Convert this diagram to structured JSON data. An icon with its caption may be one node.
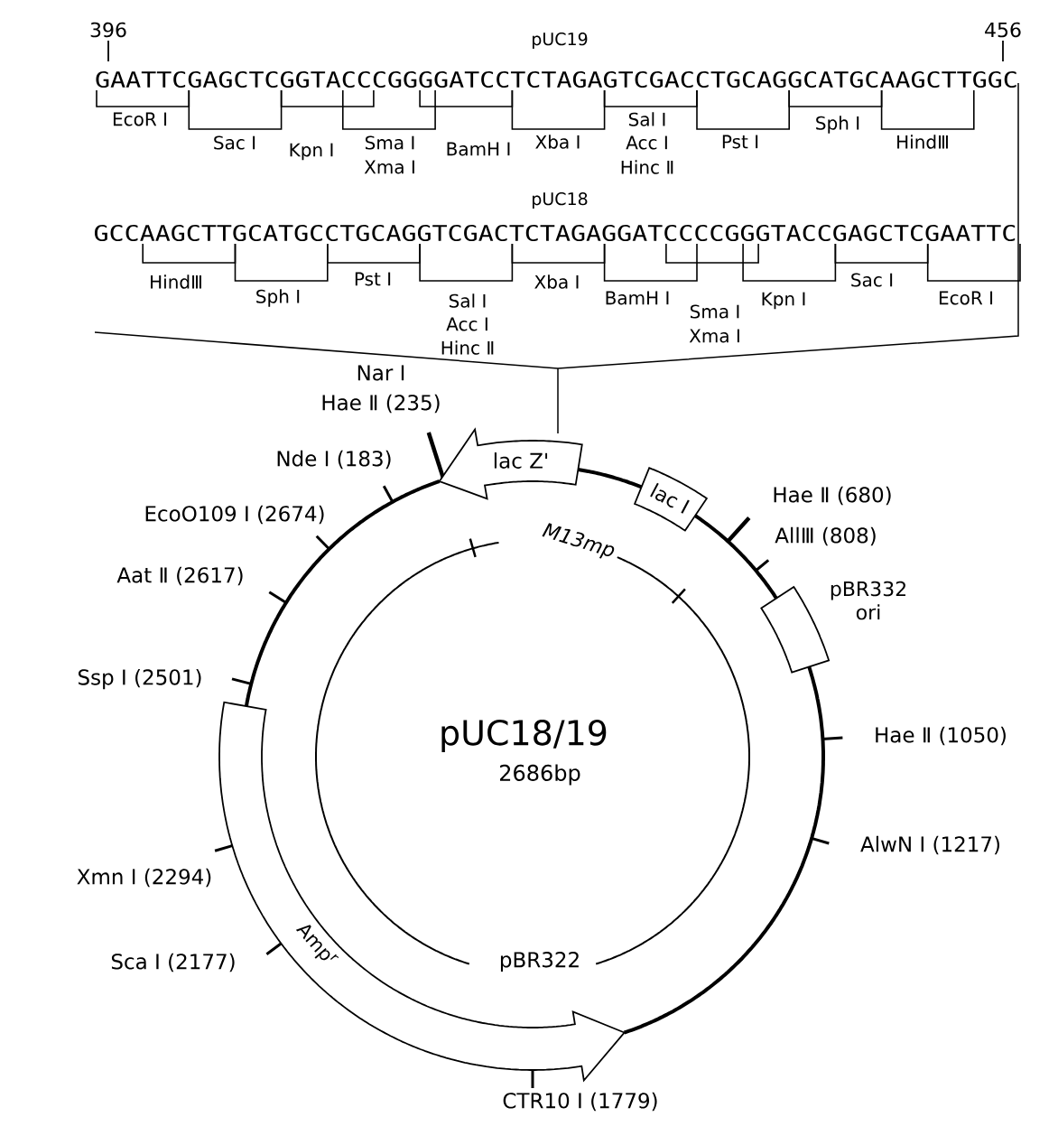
{
  "diagram": {
    "nodes": [
      {
        "text": [
          "lac Z'"
        ]
      },
      {
        "text": [
          "lac I"
        ]
      },
      {
        "text": [
          "pBR332 ori"
        ]
      },
      {
        "text": [
          "Amp$^{r}$"
        ]
      }
    ],
    "labels": [
      "396",
      "pUC19",
      "456",
      "GAATTCGAGCTCGGTACCCGGGGATCCTCTAGAGTCGACCTGCAGGCATGCAAGCTTGGC",
      "EcoR Ⅰ",
      "Sac Ⅰ",
      "Kpn Ⅰ",
      "Sma Ⅰ",
      "Xma Ⅰ",
      "BamH Ⅰ",
      "Xba Ⅰ",
      "Sal Ⅰ",
      "Acc Ⅰ",
      "Hinc Ⅱ",
      "Pst Ⅰ",
      "Sph Ⅰ",
      "HindⅢ",
      "pUC18",
      "GCCAAGCTTGCATGCCTGCAGGTCGACTCTAGAGGATCCCCGGGTACCGAGCTCGAATTC",
      "HindⅢ",
      "Sph Ⅰ",
      "Pst Ⅰ",
      "Sal Ⅰ",
      "Acc Ⅰ",
      "Hinc Ⅱ",
      "Xba Ⅰ",
      "BamH Ⅰ",
      "Sma Ⅰ",
      "Xma Ⅰ",
      "Kpn Ⅰ",
      "Sac Ⅰ",
      "EcoR Ⅰ",
      "Nar Ⅰ",
      "Hae Ⅱ (235)",
      "Nde Ⅰ (183)",
      "Hae Ⅱ (680)",
      "EcoO109 Ⅰ (2674)",
      "AllⅢ (808)",
      "Aat Ⅱ (2617)",
      "M13mp",
      "Ssp Ⅰ (2501)",
      "pUC18/19",
      "Hae Ⅱ (1050)",
      "2686bp",
      "AlwN Ⅰ (1217)",
      "Xmn Ⅰ (2294)",
      "Sca Ⅰ (2177)",
      "pBR322",
      "CTR10 Ⅰ (1779)"
    ]
  }
}
